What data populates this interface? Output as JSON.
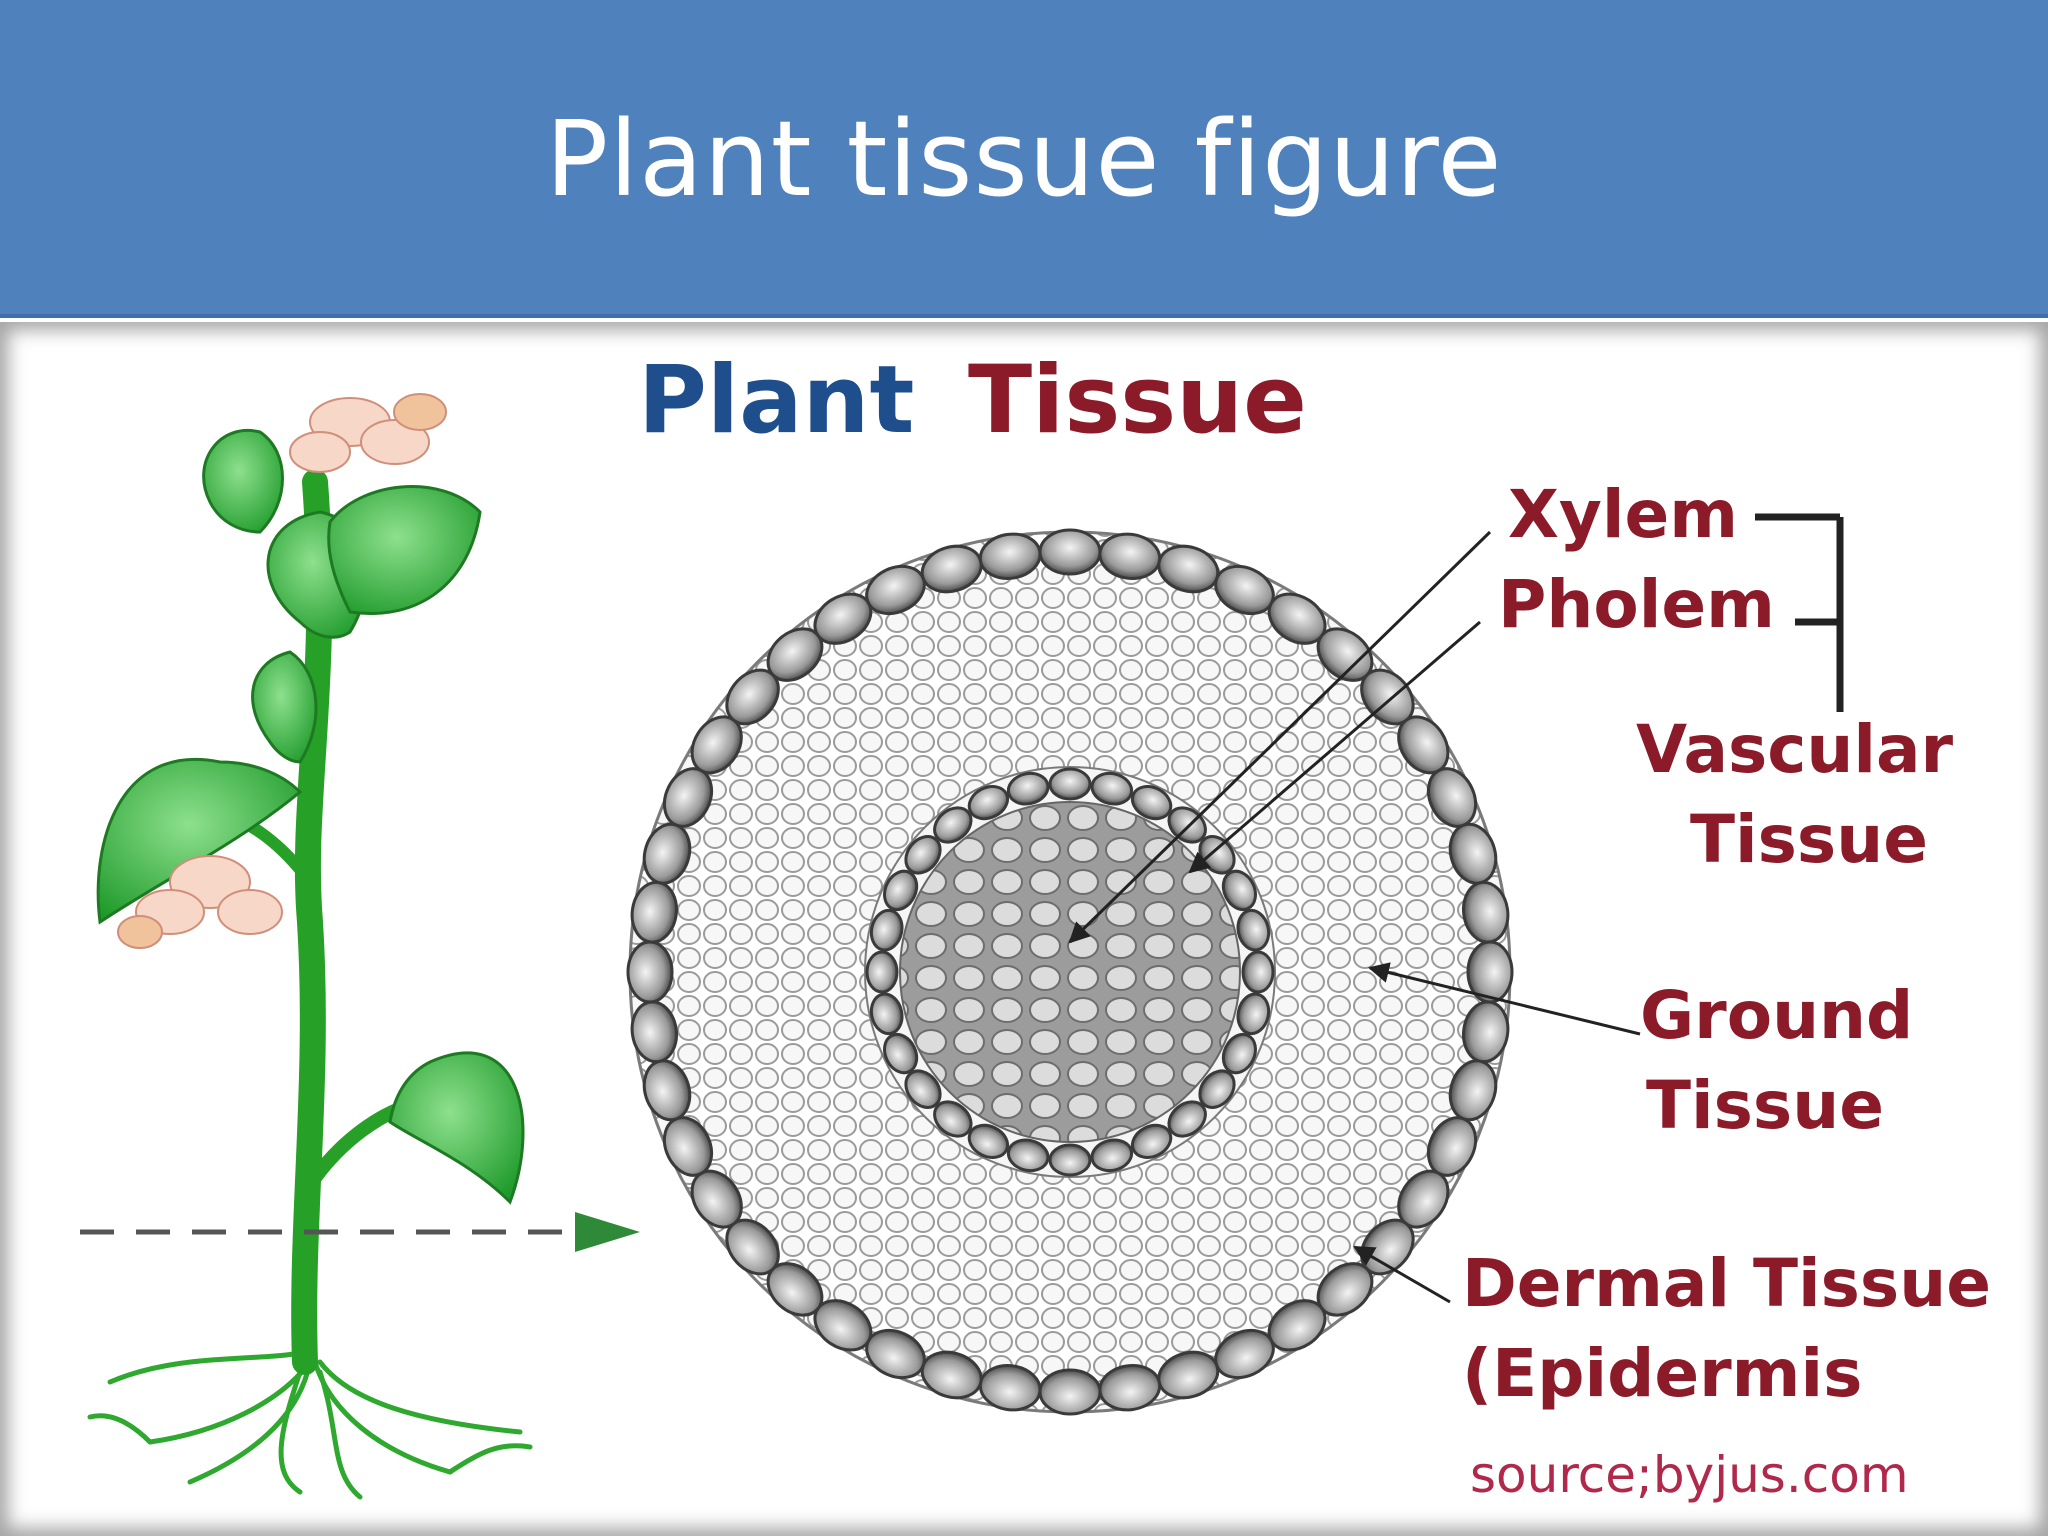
{
  "slide": {
    "title": "Plant tissue figure"
  },
  "figure": {
    "title_part1": "Plant",
    "title_part2": "Tissue",
    "labels": {
      "xylem": "Xylem",
      "pholem": "Pholem",
      "vascular_line1": "Vascular",
      "vascular_line2": "Tissue",
      "ground_line1": "Ground",
      "ground_line2": "Tissue",
      "dermal_line1": "Dermal Tissue",
      "dermal_line2": "(Epidermis"
    },
    "source": "source;byjus.com",
    "colors": {
      "header_bg": "#4f81bd",
      "title_blue": "#1f4e8c",
      "title_red": "#8c1b2a",
      "label_red": "#8c1b2a",
      "plant_green": "#2ea82e"
    }
  }
}
